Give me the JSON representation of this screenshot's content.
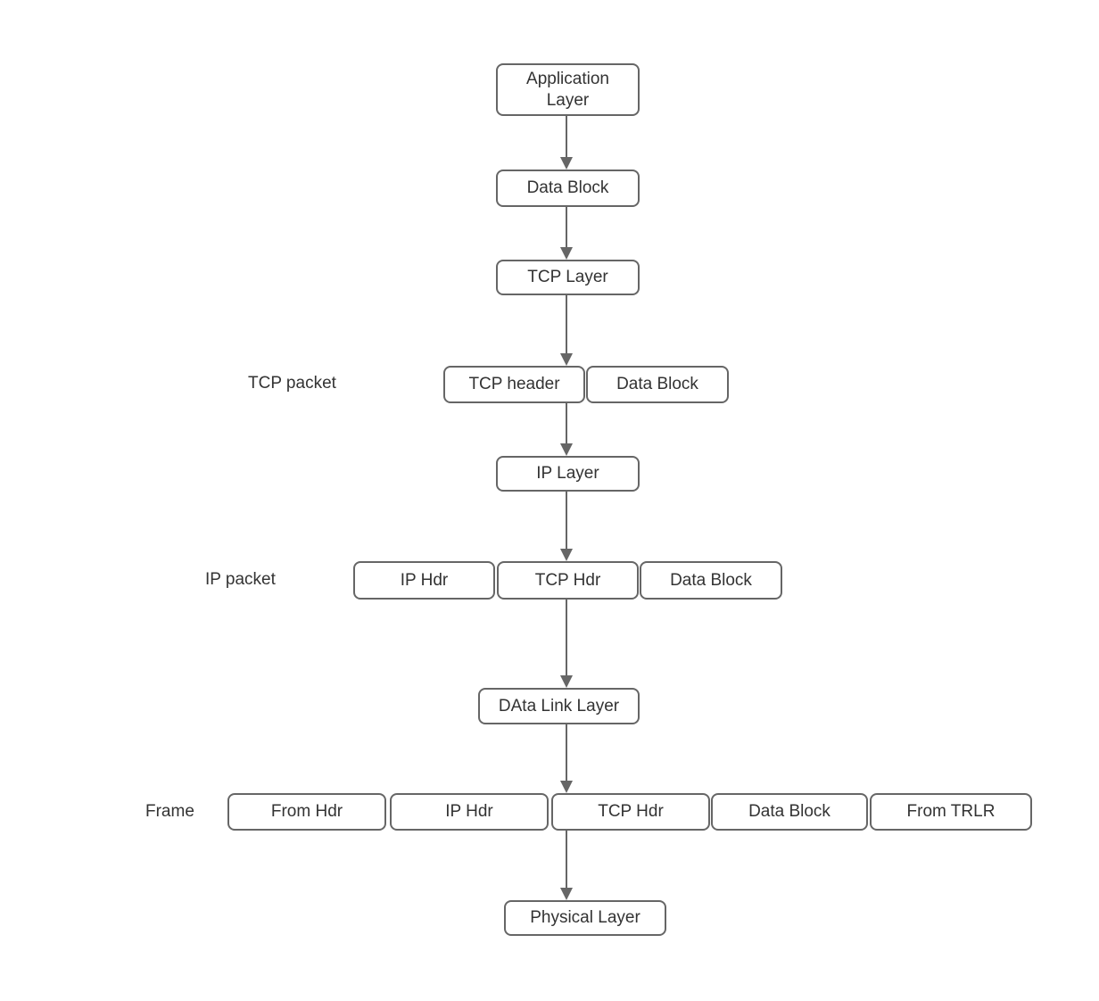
{
  "nodes": {
    "application_layer": {
      "label": "Application Layer"
    },
    "data_block_app": {
      "label": "Data Block"
    },
    "tcp_layer": {
      "label": "TCP Layer"
    },
    "tcp_header": {
      "label": "TCP header"
    },
    "data_block_tcp": {
      "label": "Data Block"
    },
    "ip_layer": {
      "label": "IP Layer"
    },
    "ip_hdr": {
      "label": "IP Hdr"
    },
    "tcp_hdr": {
      "label": "TCP Hdr"
    },
    "data_block_ip": {
      "label": "Data Block"
    },
    "data_link_layer": {
      "label": "DAta Link Layer"
    },
    "frame_from_hdr": {
      "label": "From Hdr"
    },
    "frame_ip_hdr": {
      "label": "IP Hdr"
    },
    "frame_tcp_hdr": {
      "label": "TCP Hdr"
    },
    "frame_data_block": {
      "label": "Data Block"
    },
    "frame_from_trlr": {
      "label": "From TRLR"
    },
    "physical_layer": {
      "label": "Physical Layer"
    }
  },
  "row_labels": {
    "tcp_packet": "TCP packet",
    "ip_packet": "IP packet",
    "frame": "Frame"
  },
  "colors": {
    "border": "#666666",
    "text": "#333333",
    "arrow": "#666666",
    "background": "#ffffff"
  }
}
